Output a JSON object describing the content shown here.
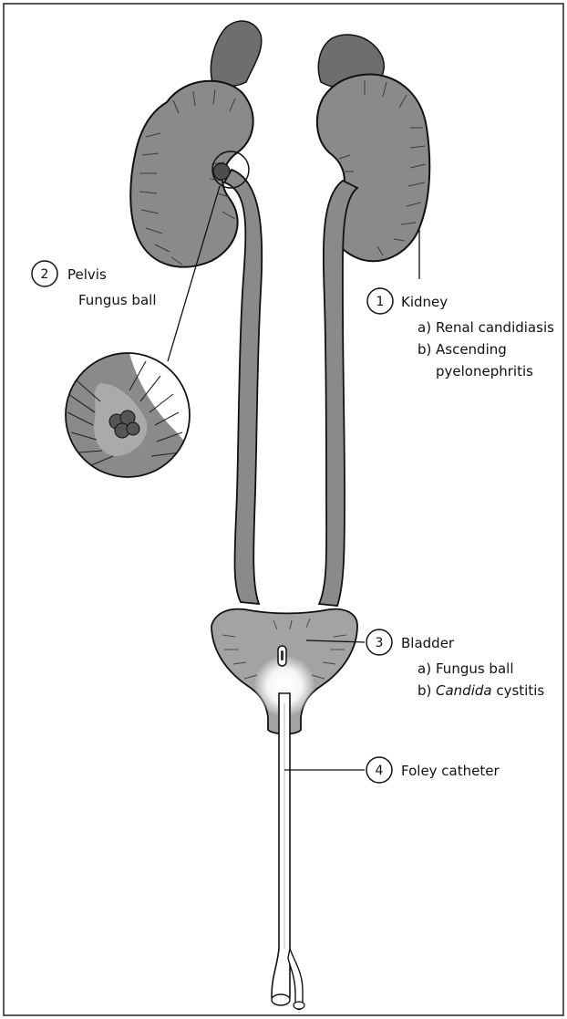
{
  "colors": {
    "organ_fill": "#8a8a8a",
    "organ_dark": "#5c5c5c",
    "bladder_fill": "#a3a3a3",
    "line": "#111111",
    "frame": "#222222",
    "catheter": "#ffffff"
  },
  "callouts": [
    {
      "number": "1",
      "title": "Kidney",
      "items": [
        {
          "marker": "a)",
          "text": "Renal candidiasis"
        },
        {
          "marker": "b)",
          "text": "Ascending"
        },
        {
          "marker": "",
          "text": "pyelonephritis"
        }
      ]
    },
    {
      "number": "2",
      "title": "Pelvis",
      "items": [
        {
          "marker": "",
          "text": "Fungus ball"
        }
      ]
    },
    {
      "number": "3",
      "title": "Bladder",
      "items": [
        {
          "marker": "a)",
          "text": "Fungus ball"
        },
        {
          "marker": "b)",
          "italic": "Candida",
          "text": " cystitis"
        }
      ]
    },
    {
      "number": "4",
      "title": "Foley catheter",
      "items": []
    }
  ]
}
